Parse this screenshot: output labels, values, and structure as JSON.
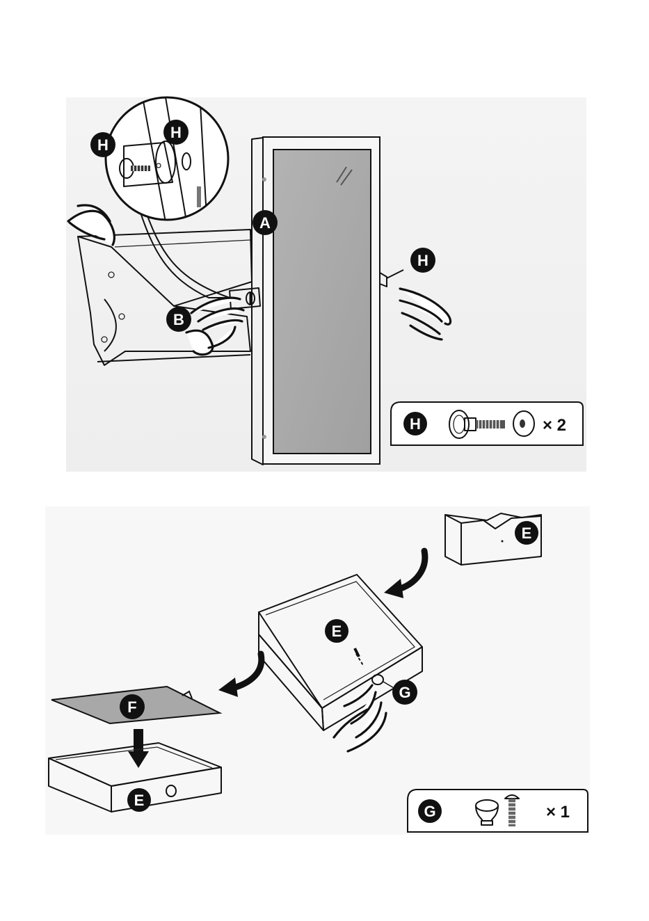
{
  "step1": {
    "callouts": {
      "mirror": "A",
      "bracket": "B",
      "zoom_screw": "H",
      "zoom_cap": "H",
      "right_screw": "H"
    },
    "parts_box": {
      "letter": "H",
      "qty": "× 2"
    }
  },
  "step2": {
    "callouts": {
      "drawer_side_piece": "E",
      "drawer_inner": "E",
      "knob": "G",
      "panel": "F",
      "assembled_drawer": "E"
    },
    "parts_box": {
      "letter": "G",
      "qty": "× 1"
    }
  },
  "colors": {
    "label_fill": "#111111",
    "mirror_glass": "#a9a9a9",
    "panel_fill": "#a6a6a6"
  }
}
